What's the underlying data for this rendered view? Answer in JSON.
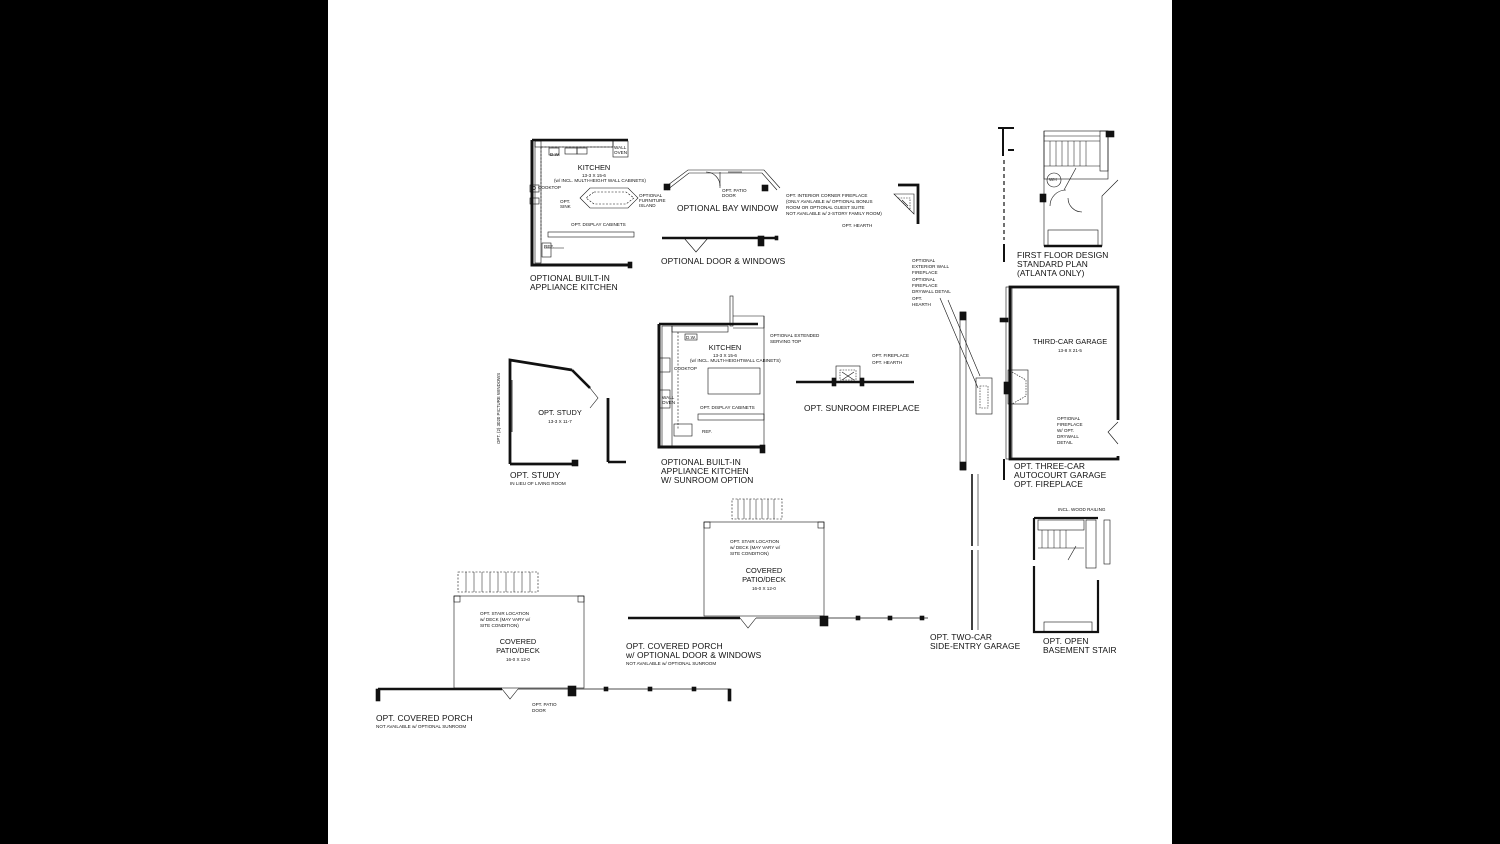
{
  "labels": {
    "kitchen1_title": "KITCHEN",
    "kitchen1_dim": "13-3 X 15-6",
    "kitchen1_note": "(w/ INCL. MULTI-HEIGHT WALL CABINETS)",
    "wall_oven1": "WALL OVEN",
    "cooktop1": "COOKTOP",
    "opt_sink": "OPT. SINK",
    "opt_furniture_island": "OPTIONAL FURNITURE ISLAND",
    "opt_display_cabinets1": "OPT. DISPLAY CABINETS",
    "ref1": "REF.",
    "dw1": "D.W.",
    "kitchen1_caption_1": "OPTIONAL BUILT-IN",
    "kitchen1_caption_2": "APPLIANCE KITCHEN",
    "opt_patio_door1": "OPT. PATIO DOOR",
    "opt_bay_window": "OPTIONAL BAY WINDOW",
    "corner_fireplace_1": "OPT. INTERIOR CORNER FIREPLACE",
    "corner_fireplace_2": "(ONLY AVAILABLE w/ OPTIONAL BONUS",
    "corner_fireplace_3": "ROOM OR OPTIONAL GUEST SUITE",
    "corner_fireplace_4": "NOT AVAILABLE w/ 2-STORY FAMILY ROOM)",
    "opt_hearth1": "OPT. HEARTH",
    "opt_door_windows": "OPTIONAL DOOR & WINDOWS",
    "ext_wall_fp_1": "OPTIONAL",
    "ext_wall_fp_2": "EXTERIOR WALL",
    "ext_wall_fp_3": "FIREPLACE",
    "fp_drywall_1": "OPTIONAL",
    "fp_drywall_2": "FIREPLACE",
    "fp_drywall_3": "DRYWALL DETAIL",
    "opt_hearth2_1": "OPT.",
    "opt_hearth2_2": "HEARTH",
    "wh": "WH",
    "ffd_1": "FIRST FLOOR DESIGN",
    "ffd_2": "STANDARD PLAN",
    "ffd_3": "(ATLANTA ONLY)",
    "serving_top_1": "OPTIONAL EXTENDED",
    "serving_top_2": "SERVING TOP",
    "dw2": "D.W.",
    "kitchen2_title": "KITCHEN",
    "kitchen2_dim": "13-3 X 15-6",
    "kitchen2_note": "(w/ INCL. MULTI-HEIGHTWALL CABINETS)",
    "cooktop2": "COOKTOP",
    "wall_oven2": "WALL OVEN",
    "opt_display_cabinets2": "OPT. DISPLAY CABINETS",
    "ref2": "REF.",
    "kitchen2_caption_1": "OPTIONAL BUILT-IN",
    "kitchen2_caption_2": "APPLIANCE KITCHEN",
    "kitchen2_caption_3": "W/ SUNROOM OPTION",
    "opt_fireplace": "OPT. FIREPLACE",
    "opt_hearth3": "OPT. HEARTH",
    "opt_sunroom_fireplace": "OPT. SUNROOM FIREPLACE",
    "study_title": "OPT. STUDY",
    "study_dim": "13-3 X 11-7",
    "study_window": "OPT. (2) 3020 PICTURE WINDOWS",
    "study_caption": "OPT. STUDY",
    "study_caption_sub": "IN LIEU OF LIVING ROOM",
    "third_garage_title": "THIRD-CAR GARAGE",
    "third_garage_dim": "13-8 X 21-5",
    "garage_fp_1": "OPTIONAL",
    "garage_fp_2": "FIREPLACE",
    "garage_fp_3": "W/ OPT.",
    "garage_fp_4": "DRYWALL",
    "garage_fp_5": "DETAIL",
    "autocourt_1": "OPT. THREE-CAR",
    "autocourt_2": "AUTOCOURT GARAGE",
    "autocourt_3": "OPT. FIREPLACE",
    "wood_railing": "INCL. WOOD RAILING",
    "basement_1": "OPT. OPEN",
    "basement_2": "BASEMENT STAIR",
    "deck1_stair_1": "OPT. STAIR LOCATION",
    "deck1_stair_2": "w/ DECK (MAY VARY w/",
    "deck1_stair_3": "SITE CONDITION)",
    "deck1_title_1": "COVERED",
    "deck1_title_2": "PATIO/DECK",
    "deck1_dim": "16-0 X 12-0",
    "porch1_1": "OPT. COVERED PORCH",
    "porch1_2": "w/ OPTIONAL DOOR & WINDOWS",
    "porch1_3": "NOT AVAILABLE w/ OPTIONAL SUNROOM",
    "two_car_1": "OPT. TWO-CAR",
    "two_car_2": "SIDE-ENTRY GARAGE",
    "deck2_stair_1": "OPT. STAIR LOCATION",
    "deck2_stair_2": "w/ DECK (MAY VARY w/",
    "deck2_stair_3": "SITE CONDITION)",
    "deck2_title_1": "COVERED",
    "deck2_title_2": "PATIO/DECK",
    "deck2_dim": "16-0 X 12-0",
    "patio_door2_1": "OPT. PATIO",
    "patio_door2_2": "DOOR",
    "porch2_1": "OPT. COVERED PORCH",
    "porch2_2": "NOT AVAILABLE w/ OPTIONAL SUNROOM"
  }
}
